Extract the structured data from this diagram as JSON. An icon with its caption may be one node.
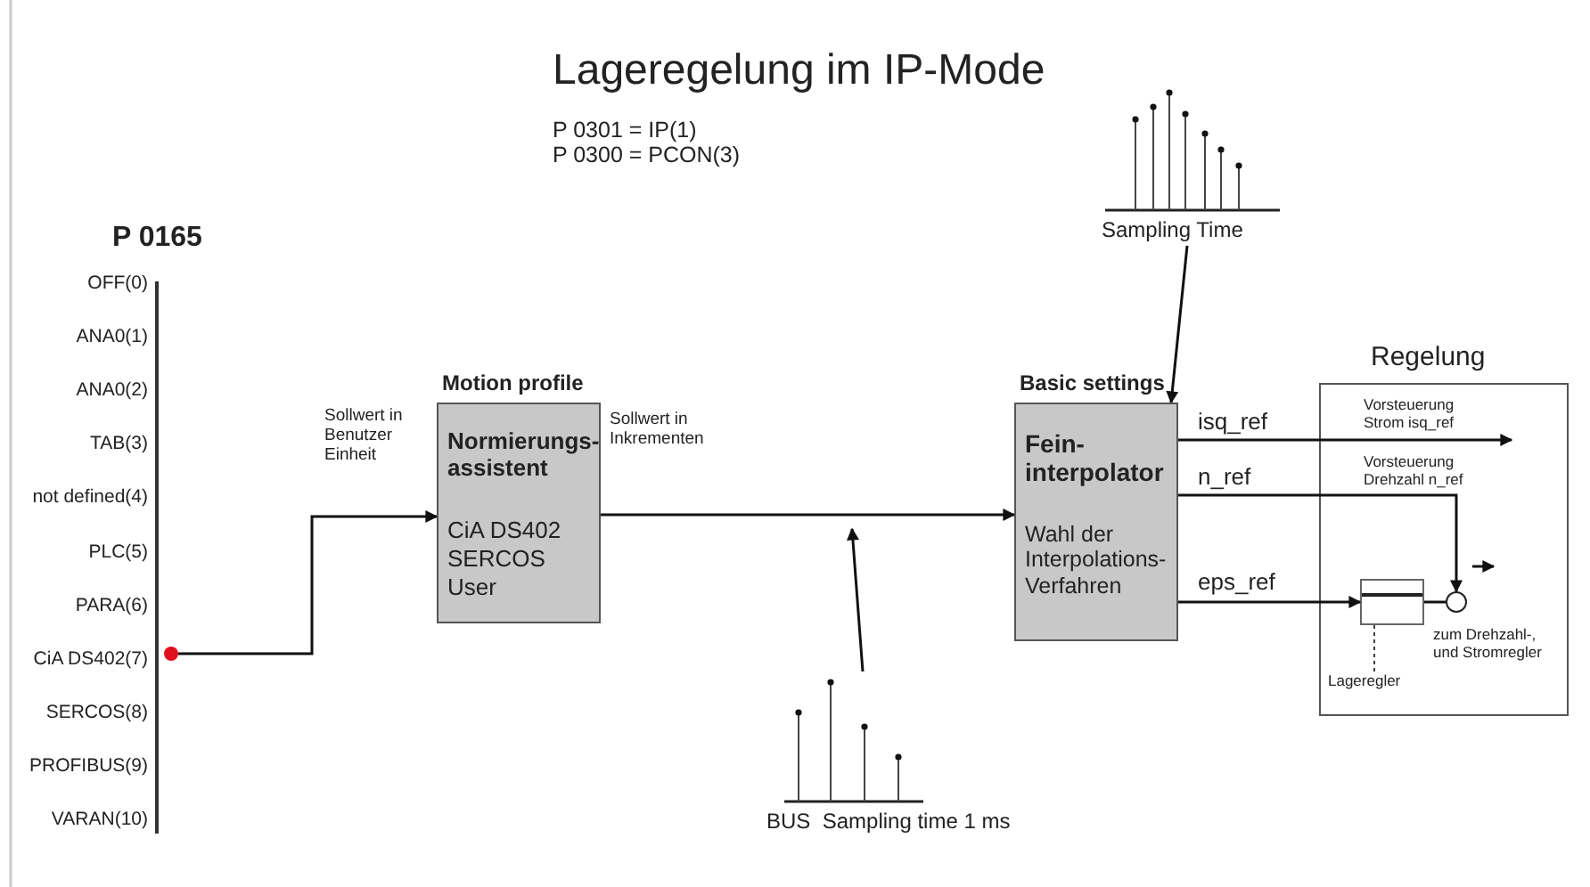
{
  "diagram": {
    "title": "Lageregelung im IP-Mode",
    "nodes": [
      {
        "text": [
          "P 0165"
        ]
      },
      {
        "text": [
          "Motion profile",
          "Normierungs- assistent",
          "CiA DS402",
          "SERCOS",
          "User"
        ]
      },
      {
        "text": [
          "Basic settings",
          "Fein- interpolator",
          "Wahl der Interpolations- Verfahren"
        ]
      },
      {
        "text": [
          "Regelung"
        ]
      },
      {
        "text": [],
        "shape": "box",
        "in": 3
      },
      {
        "text": [],
        "shape": "circle",
        "in": 3,
        "beside": [
          "zum Drehzahl-, und Stromregler"
        ]
      },
      {
        "text": [
          "Sampling Time"
        ]
      },
      {
        "text": [
          "BUS  Sampling time 1 ms"
        ]
      },
      {
        "text": [
          "Lageregler"
        ],
        "in": 3
      }
    ],
    "edges": [
      {
        "from": 0,
        "to": 1,
        "arrow": "to",
        "label": "Sollwert in Benutzer Einheit"
      },
      {
        "from": 1,
        "to": 2,
        "arrow": "to",
        "label": "Sollwert in Inkrementen"
      },
      {
        "from": 2,
        "to": null,
        "arrow": "to",
        "label": "isq_ref"
      },
      {
        "from": 2,
        "to": 5,
        "arrow": "to",
        "label": "n_ref"
      },
      {
        "from": 2,
        "to": 4,
        "arrow": "to",
        "label": "eps_ref"
      },
      {
        "from": 4,
        "to": 5,
        "arrow": "none"
      },
      {
        "from": 6,
        "to": 2,
        "arrow": "to"
      },
      {
        "from": 7,
        "to": null,
        "arrow": "to"
      },
      {
        "from": 8,
        "to": 4,
        "arrow": "none",
        "style": "dashed"
      }
    ],
    "labels": [
      "P 0301 = IP(1)",
      "P 0300 = PCON(3)",
      "OFF(0)",
      "ANA0(1)",
      "ANA0(2)",
      "TAB(3)",
      "not defined(4)",
      "PLC(5)",
      "PARA(6)",
      "CiA DS402(7)",
      "SERCOS(8)",
      "PROFIBUS(9)",
      "VARAN(10)",
      "Vorsteuerung Strom isq_ref",
      "Vorsteuerung Drehzahl n_ref"
    ]
  }
}
